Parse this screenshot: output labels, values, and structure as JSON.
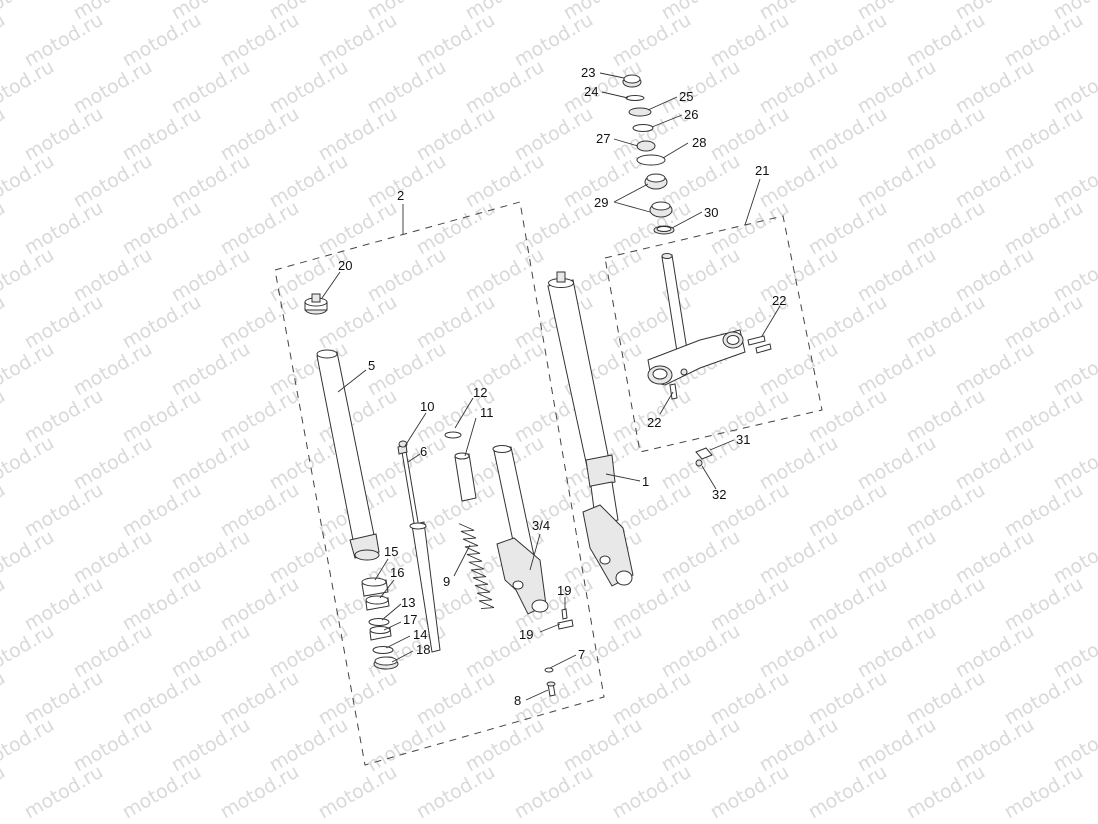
{
  "watermark": {
    "text": "motod.ru"
  },
  "diagram": {
    "labels": {
      "l1": "1",
      "l2": "2",
      "l34": "3/4",
      "l5": "5",
      "l6": "6",
      "l7": "7",
      "l8": "8",
      "l9": "9",
      "l10": "10",
      "l11": "11",
      "l12": "12",
      "l13": "13",
      "l14": "14",
      "l15": "15",
      "l16": "16",
      "l17": "17",
      "l18": "18",
      "l19a": "19",
      "l19b": "19",
      "l20": "20",
      "l21": "21",
      "l22a": "22",
      "l22b": "22",
      "l23": "23",
      "l24": "24",
      "l25": "25",
      "l26": "26",
      "l27": "27",
      "l28": "28",
      "l29": "29",
      "l30": "30",
      "l31": "31",
      "l32": "32"
    }
  }
}
